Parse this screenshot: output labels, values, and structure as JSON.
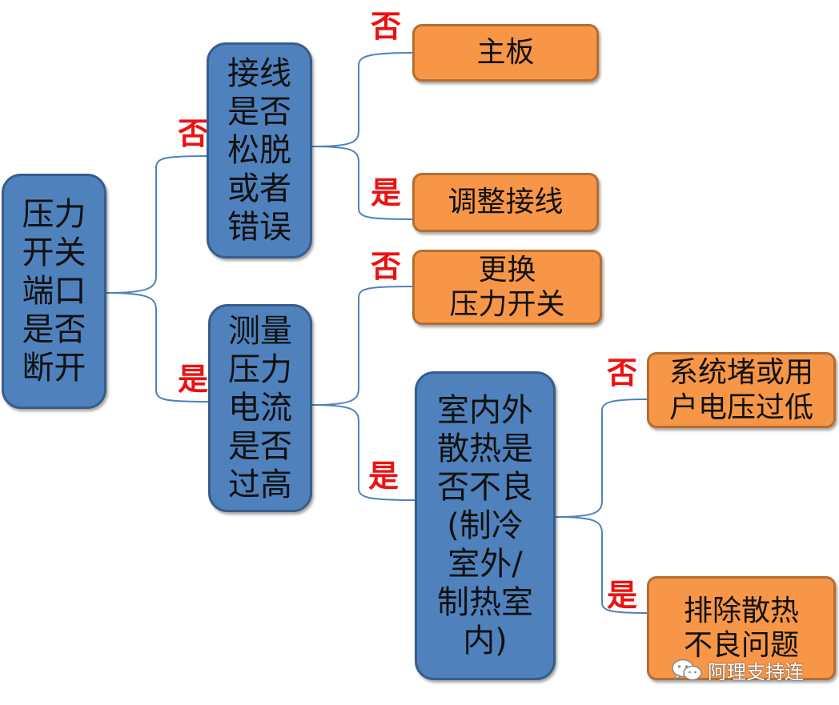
{
  "colors": {
    "process_box": "#4f81bd",
    "result_box": "#f79646",
    "branch_label": "#ee1111",
    "connector": "#4f81bd"
  },
  "nodes": {
    "root": "压力\n开关\n端口\n是否\n断开",
    "check_wiring": "接线\n是否\n松脱\n或者\n错误",
    "mainboard": "主板",
    "adjust_wiring": "调整接线",
    "measure_current": "测量\n压力\n电流\n是否\n过高",
    "replace_switch": "更换\n压力开关",
    "heat_dissipation": "室内外\n散热是\n否不良\n(制冷\n室外/\n制热室\n内)",
    "system_blocked": "系统堵或用\n户电压过低",
    "fix_heat": "排除散热\n不良问题"
  },
  "branch_labels": {
    "root_no": "否",
    "root_yes": "是",
    "wiring_no": "否",
    "wiring_yes": "是",
    "current_no": "否",
    "current_yes": "是",
    "heat_no": "否",
    "heat_yes": "是"
  },
  "watermark": {
    "icon": "wechat-icon",
    "text": "阿理支持连"
  }
}
